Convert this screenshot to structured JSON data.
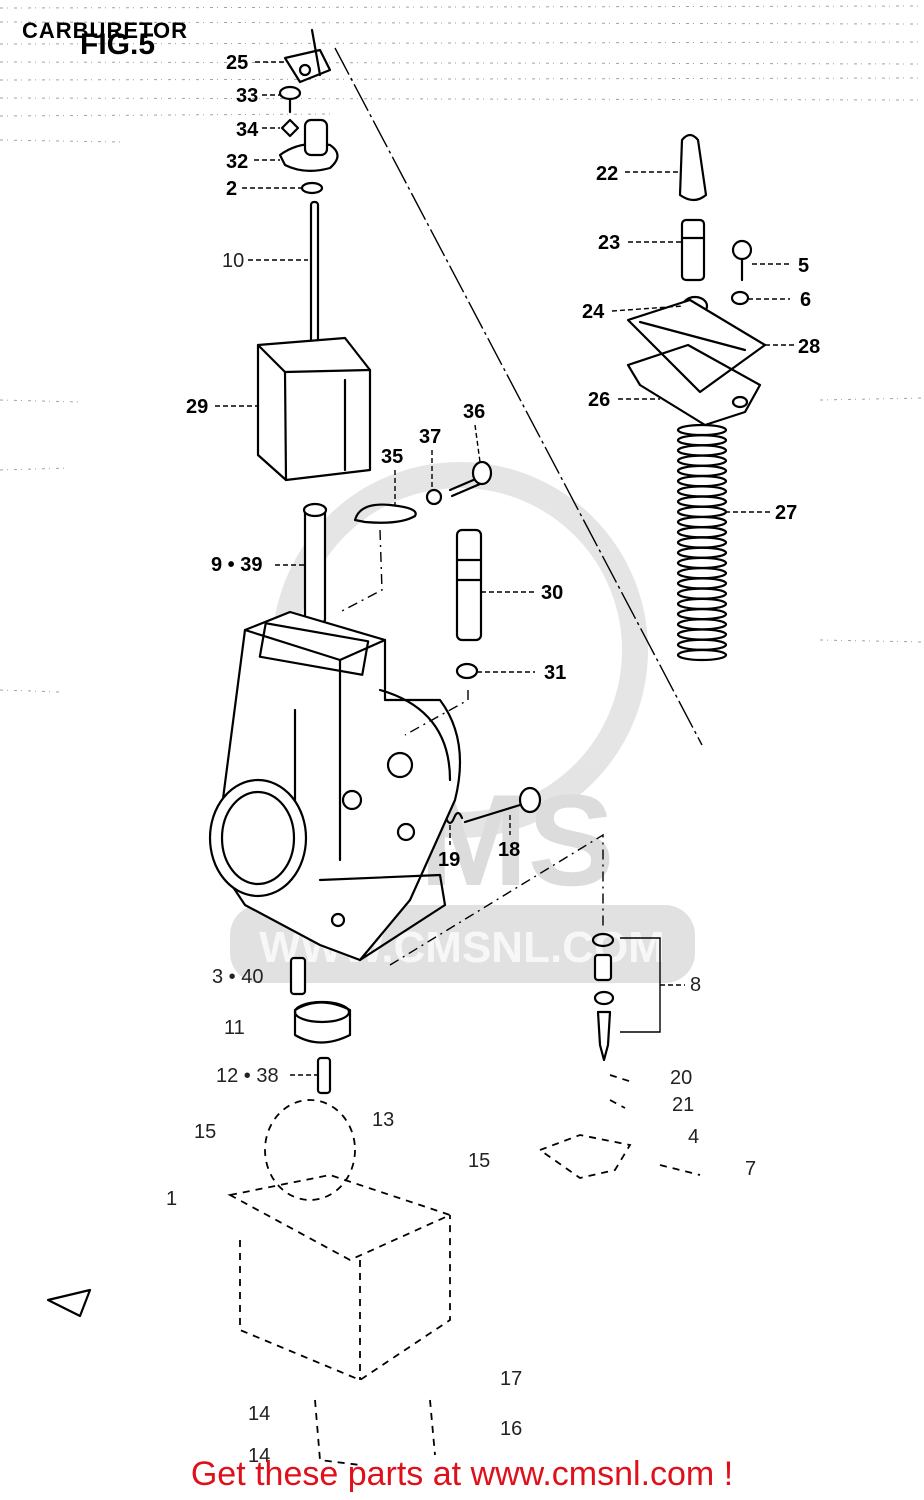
{
  "header": {
    "title": "CARBURETOR",
    "fig_label": "FIG.5"
  },
  "watermark": {
    "logo_text": "CMS",
    "site_text": "WWW.CMSNL.COM"
  },
  "callouts": [
    {
      "id": "c25",
      "text": "25"
    },
    {
      "id": "c33",
      "text": "33"
    },
    {
      "id": "c34",
      "text": "34"
    },
    {
      "id": "c32",
      "text": "32"
    },
    {
      "id": "c2",
      "text": "2"
    },
    {
      "id": "c10",
      "text": "10"
    },
    {
      "id": "c29",
      "text": "29"
    },
    {
      "id": "c37",
      "text": "37"
    },
    {
      "id": "c36",
      "text": "36"
    },
    {
      "id": "c35",
      "text": "35"
    },
    {
      "id": "c9_39",
      "text": "9 • 39"
    },
    {
      "id": "c30",
      "text": "30"
    },
    {
      "id": "c31",
      "text": "31"
    },
    {
      "id": "c18",
      "text": "18"
    },
    {
      "id": "c19",
      "text": "19"
    },
    {
      "id": "c22",
      "text": "22"
    },
    {
      "id": "c23",
      "text": "23"
    },
    {
      "id": "c5",
      "text": "5"
    },
    {
      "id": "c6",
      "text": "6"
    },
    {
      "id": "c24",
      "text": "24"
    },
    {
      "id": "c28",
      "text": "28"
    },
    {
      "id": "c26",
      "text": "26"
    },
    {
      "id": "c27",
      "text": "27"
    },
    {
      "id": "c3_40",
      "text": "3 • 40"
    },
    {
      "id": "c11",
      "text": "11"
    },
    {
      "id": "c12_38",
      "text": "12 • 38"
    },
    {
      "id": "c8",
      "text": "8"
    },
    {
      "id": "c20",
      "text": "20"
    },
    {
      "id": "c21",
      "text": "21"
    },
    {
      "id": "c4",
      "text": "4"
    },
    {
      "id": "c7",
      "text": "7"
    },
    {
      "id": "c15a",
      "text": "15"
    },
    {
      "id": "c15b",
      "text": "15"
    },
    {
      "id": "c13",
      "text": "13"
    },
    {
      "id": "c1",
      "text": "1"
    },
    {
      "id": "c17",
      "text": "17"
    },
    {
      "id": "c16",
      "text": "16"
    },
    {
      "id": "c14a",
      "text": "14"
    },
    {
      "id": "c14b",
      "text": "14"
    }
  ],
  "footer": {
    "link_text": "Get these parts at www.cmsnl.com !",
    "link_color": "#e0101a"
  }
}
